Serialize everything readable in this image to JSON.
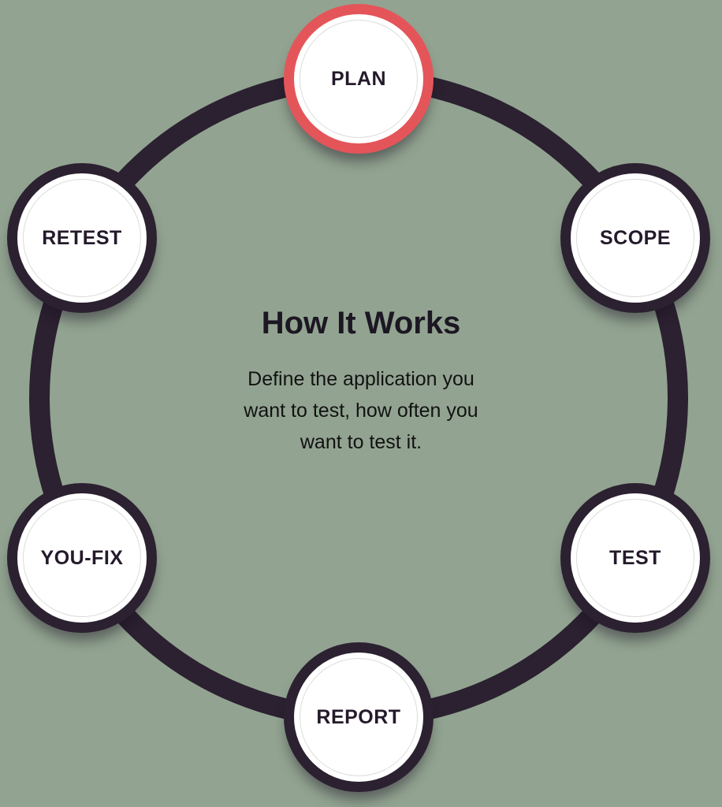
{
  "diagram": {
    "title": "How It Works",
    "description_lines": [
      "Define the application you",
      "want to test, how often you",
      "want to test it."
    ],
    "nodes": [
      {
        "id": "plan",
        "label": "PLAN",
        "highlighted": true
      },
      {
        "id": "scope",
        "label": "SCOPE",
        "highlighted": false
      },
      {
        "id": "test",
        "label": "TEST",
        "highlighted": false
      },
      {
        "id": "report",
        "label": "REPORT",
        "highlighted": false
      },
      {
        "id": "you-fix",
        "label": "YOU-FIX",
        "highlighted": false
      },
      {
        "id": "retest",
        "label": "RETEST",
        "highlighted": false
      }
    ],
    "colors": {
      "ring": "#2b2130",
      "highlight_accent": "#e4555a",
      "node_fill": "#ffffff",
      "inner_ring": "#dcdcdc",
      "text": "#241a2b",
      "background": "#92a491"
    }
  }
}
